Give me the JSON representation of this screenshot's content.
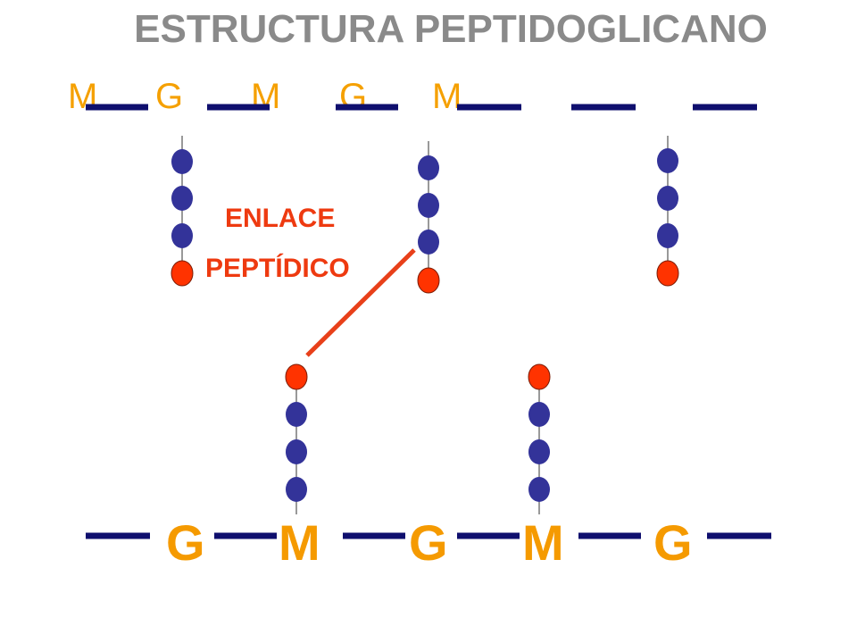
{
  "title": "ESTRUCTURA PEPTIDOGLICANO",
  "top_chain": {
    "letters": [
      "M",
      "G",
      "M",
      "G",
      "M"
    ]
  },
  "bottom_chain": {
    "letters": [
      "G",
      "M",
      "G",
      "M",
      "G"
    ]
  },
  "link_label": {
    "line1": "ENLACE",
    "line2": "PEPTÍDICO"
  },
  "colors": {
    "backbone": "#0f0f6e",
    "amino_acid": "#333399",
    "terminal_amino_acid": "#ff3300",
    "crosslink": "#e8401a",
    "sugar_letters": "#f5a000",
    "title": "#8a8a8a",
    "label": "#ee3a10"
  }
}
